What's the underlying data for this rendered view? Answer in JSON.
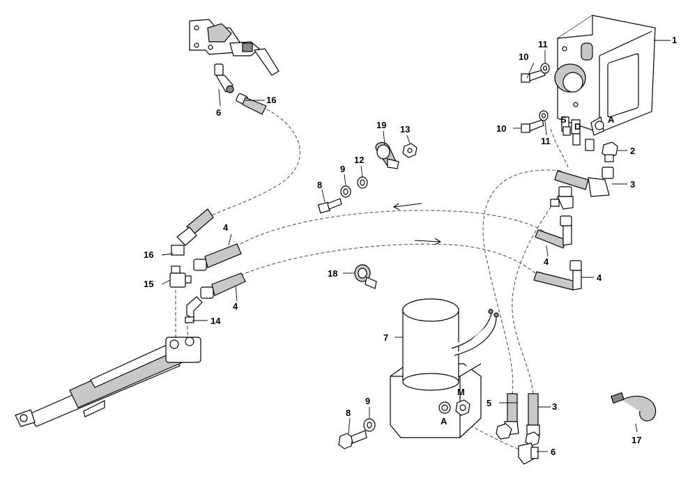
{
  "callouts": [
    {
      "id": "c1",
      "text": "1"
    },
    {
      "id": "c2",
      "text": "2"
    },
    {
      "id": "c3a",
      "text": "3"
    },
    {
      "id": "c3b",
      "text": "3"
    },
    {
      "id": "c4a",
      "text": "4"
    },
    {
      "id": "c4b",
      "text": "4"
    },
    {
      "id": "c4c",
      "text": "4"
    },
    {
      "id": "c4d",
      "text": "4"
    },
    {
      "id": "c5",
      "text": "5"
    },
    {
      "id": "c6a",
      "text": "6"
    },
    {
      "id": "c6b",
      "text": "6"
    },
    {
      "id": "c7",
      "text": "7"
    },
    {
      "id": "c8a",
      "text": "8"
    },
    {
      "id": "c8b",
      "text": "8"
    },
    {
      "id": "c9a",
      "text": "9"
    },
    {
      "id": "c9b",
      "text": "9"
    },
    {
      "id": "c10a",
      "text": "10"
    },
    {
      "id": "c10b",
      "text": "10"
    },
    {
      "id": "c11a",
      "text": "11"
    },
    {
      "id": "c11b",
      "text": "11"
    },
    {
      "id": "c12",
      "text": "12"
    },
    {
      "id": "c13",
      "text": "13"
    },
    {
      "id": "c14",
      "text": "14"
    },
    {
      "id": "c15",
      "text": "15"
    },
    {
      "id": "c16a",
      "text": "16"
    },
    {
      "id": "c16b",
      "text": "16"
    },
    {
      "id": "c17",
      "text": "17"
    },
    {
      "id": "c18",
      "text": "18"
    },
    {
      "id": "c19",
      "text": "19"
    }
  ],
  "ports": {
    "s": "S",
    "d": "D",
    "a_valve": "A",
    "a_pump": "A",
    "m_pump": "M"
  }
}
